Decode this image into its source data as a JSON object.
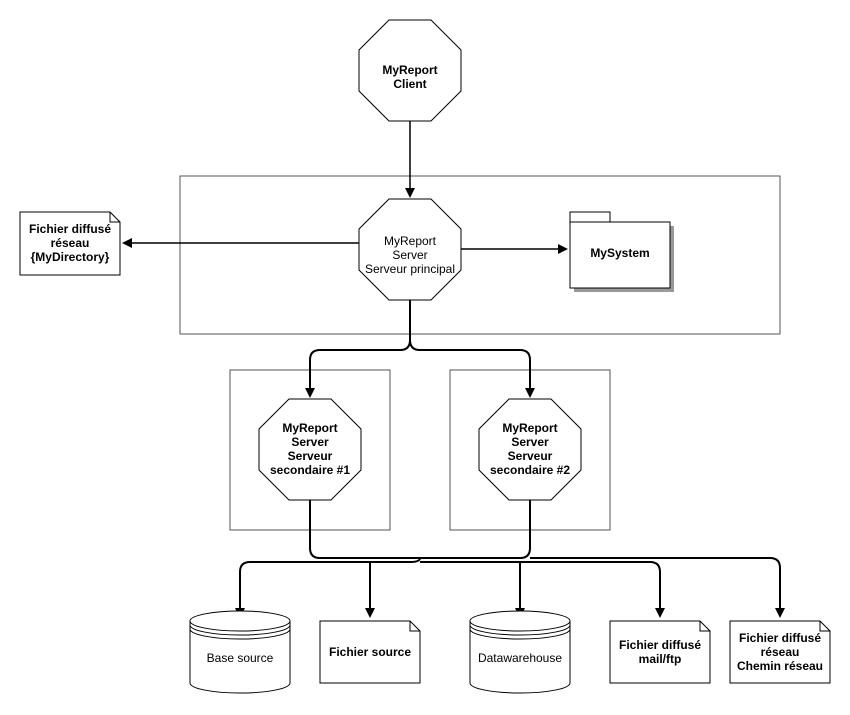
{
  "nodes": {
    "client": [
      "MyReport",
      "Client"
    ],
    "main_server": [
      "MyReport",
      "Server",
      "Serveur principal"
    ],
    "secondary_1": [
      "MyReport",
      "Server",
      "Serveur",
      "secondaire #1"
    ],
    "secondary_2": [
      "MyReport",
      "Server",
      "Serveur",
      "secondaire #2"
    ],
    "mysystem": [
      "MySystem"
    ],
    "file_mydirectory": [
      "Fichier diffusé",
      "réseau",
      "{MyDirectory}"
    ],
    "base_source": [
      "Base source"
    ],
    "fichier_source": [
      "Fichier source"
    ],
    "datawarehouse": [
      "Datawarehouse"
    ],
    "file_mailftp": [
      "Fichier diffusé",
      "mail/ftp"
    ],
    "file_chemin": [
      "Fichier diffusé",
      "réseau",
      "Chemin réseau"
    ]
  },
  "colors": {
    "stroke": "#000000",
    "container_stroke": "#555555",
    "fill": "#ffffff",
    "shadow": "#999999"
  }
}
